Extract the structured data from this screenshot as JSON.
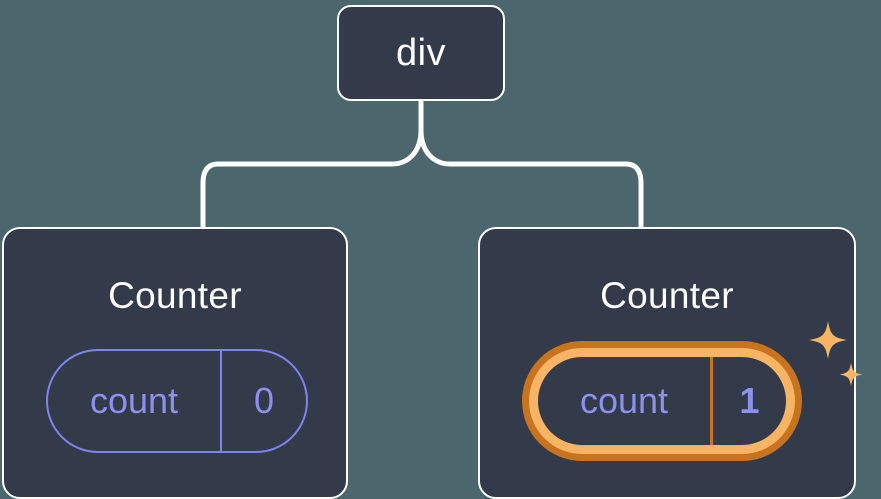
{
  "diagram": {
    "type": "component-tree",
    "background_color": "#4c666e",
    "node_fill": "#333a49",
    "node_border": "#fdfdfd",
    "accent_indigo": "#8d90ee",
    "highlight_outer": "#c8731d",
    "highlight_inner": "#f7b464",
    "root": {
      "label": "div"
    },
    "children": [
      {
        "title": "Counter",
        "state": {
          "key": "count",
          "value": "0"
        },
        "highlighted": false
      },
      {
        "title": "Counter",
        "state": {
          "key": "count",
          "value": "1"
        },
        "highlighted": true,
        "sparkle_icons": [
          "sparkle-large",
          "sparkle-small"
        ]
      }
    ]
  }
}
